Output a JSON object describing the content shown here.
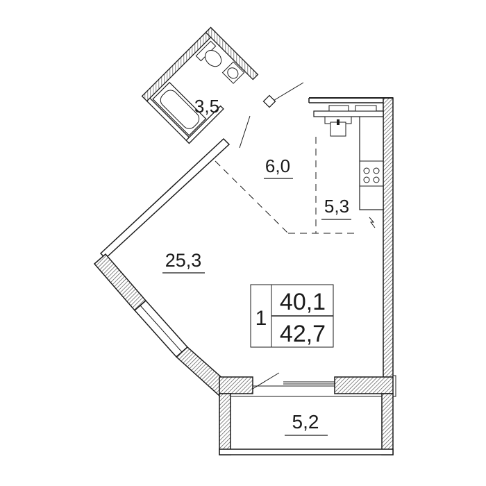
{
  "rooms": {
    "bathroom": {
      "area": "3,5"
    },
    "hall": {
      "area": "6,0"
    },
    "kitchen": {
      "area": "5,3"
    },
    "living": {
      "area": "25,3"
    },
    "balcony": {
      "area": "5,2"
    }
  },
  "summary": {
    "rooms_count": "1",
    "living_total": "40,1",
    "total_with_balcony": "42,7"
  },
  "colors": {
    "wall_stroke": "#1a1a1a",
    "hatch": "#555555",
    "background": "#ffffff"
  }
}
